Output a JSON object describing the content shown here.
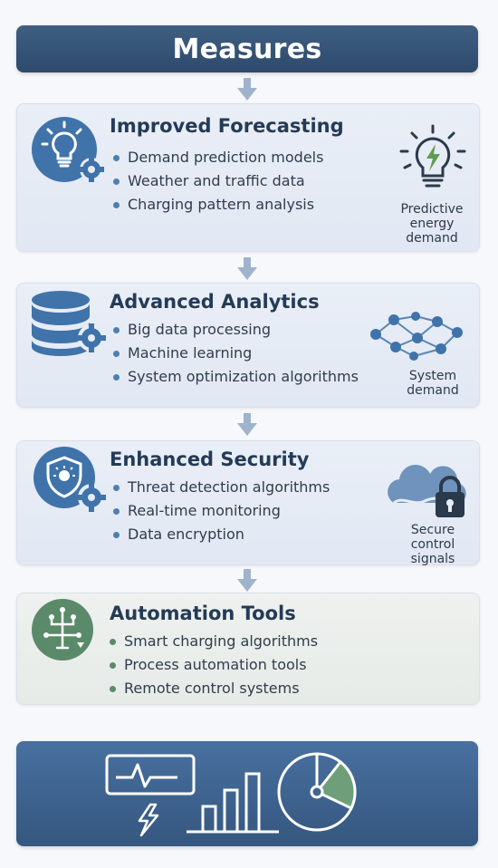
{
  "header": {
    "title": "Measures"
  },
  "cards": [
    {
      "title": "Improved Forecasting",
      "bullets": [
        "Demand prediction models",
        "Weather and traffic data",
        "Charging pattern analysis"
      ],
      "side_label": [
        "Predictive",
        "energy",
        "demand"
      ],
      "icon": "lightbulb-gear-icon",
      "side_icon": "lightbulb-bolt-icon"
    },
    {
      "title": "Advanced Analytics",
      "bullets": [
        "Big data processing",
        "Machine learning",
        "System optimization algorithms"
      ],
      "side_label": [
        "System",
        "demand"
      ],
      "icon": "database-gear-icon",
      "side_icon": "network-graph-icon"
    },
    {
      "title": "Enhanced Security",
      "bullets": [
        "Threat detection algorithms",
        "Real-time monitoring",
        "Data encryption"
      ],
      "side_label": [
        "Secure",
        "control",
        "signals"
      ],
      "icon": "shield-gear-icon",
      "side_icon": "cloud-lock-icon"
    },
    {
      "title": "Automation Tools",
      "bullets": [
        "Smart charging algorithms",
        "Process automation tools",
        "Remote control systems"
      ],
      "icon": "circuit-icon"
    }
  ],
  "colors": {
    "header_bg": "#34527a",
    "card_blue_bg": "#e6ecf5",
    "card_green_bg": "#e9ede9",
    "accent_blue": "#4a7db4",
    "accent_green": "#5a8a6a",
    "bottom_panel_bg": "#3f6591"
  },
  "bottom_panel": {
    "icons": [
      "waveform-monitor-icon",
      "lightning-icon",
      "bar-chart-icon",
      "pie-chart-icon"
    ]
  }
}
